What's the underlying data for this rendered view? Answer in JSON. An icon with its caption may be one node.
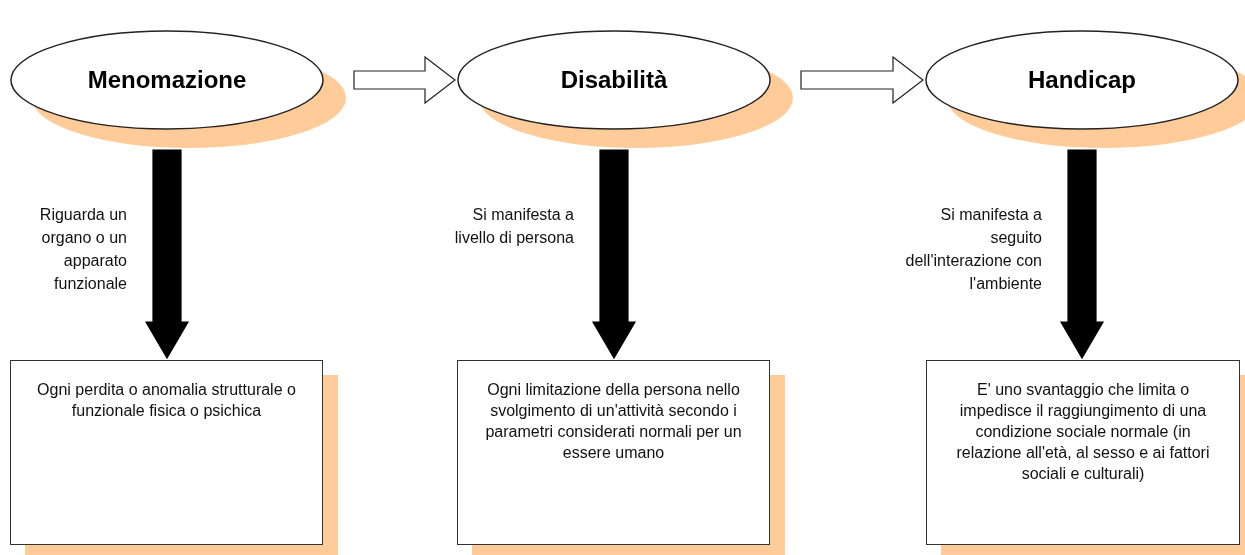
{
  "diagram": {
    "nodes": [
      {
        "text": [
          "Menomazione"
        ]
      },
      {
        "text": [
          "Disabilità"
        ]
      },
      {
        "text": [
          "Handicap"
        ]
      },
      {
        "text": [
          "Ogni perdita o anomalia strutturale o funzionale fisica o psichica"
        ]
      },
      {
        "text": [
          "Ogni limitazione della persona nello svolgimento di un'attività secondo i parametri considerati normali per un essere umano"
        ]
      },
      {
        "text": [
          "E' uno svantaggio che limita o impedisce il raggiungimento di una condizione sociale normale (in relazione all'età, al sesso e ai fattori sociali e culturali)"
        ]
      }
    ],
    "edges": [
      {
        "from": 0,
        "to": 1,
        "arrow": "to"
      },
      {
        "from": 1,
        "to": 2,
        "arrow": "to"
      },
      {
        "from": 0,
        "to": 3,
        "arrow": "to",
        "style": "thick",
        "label": "Riguarda un organo o un apparato funzionale"
      },
      {
        "from": 1,
        "to": 4,
        "arrow": "to",
        "style": "thick",
        "label": "Si manifesta a livello di persona"
      },
      {
        "from": 2,
        "to": 5,
        "arrow": "to",
        "style": "thick",
        "label": "Si manifesta a seguito dell'interazione con l'ambiente"
      }
    ]
  }
}
